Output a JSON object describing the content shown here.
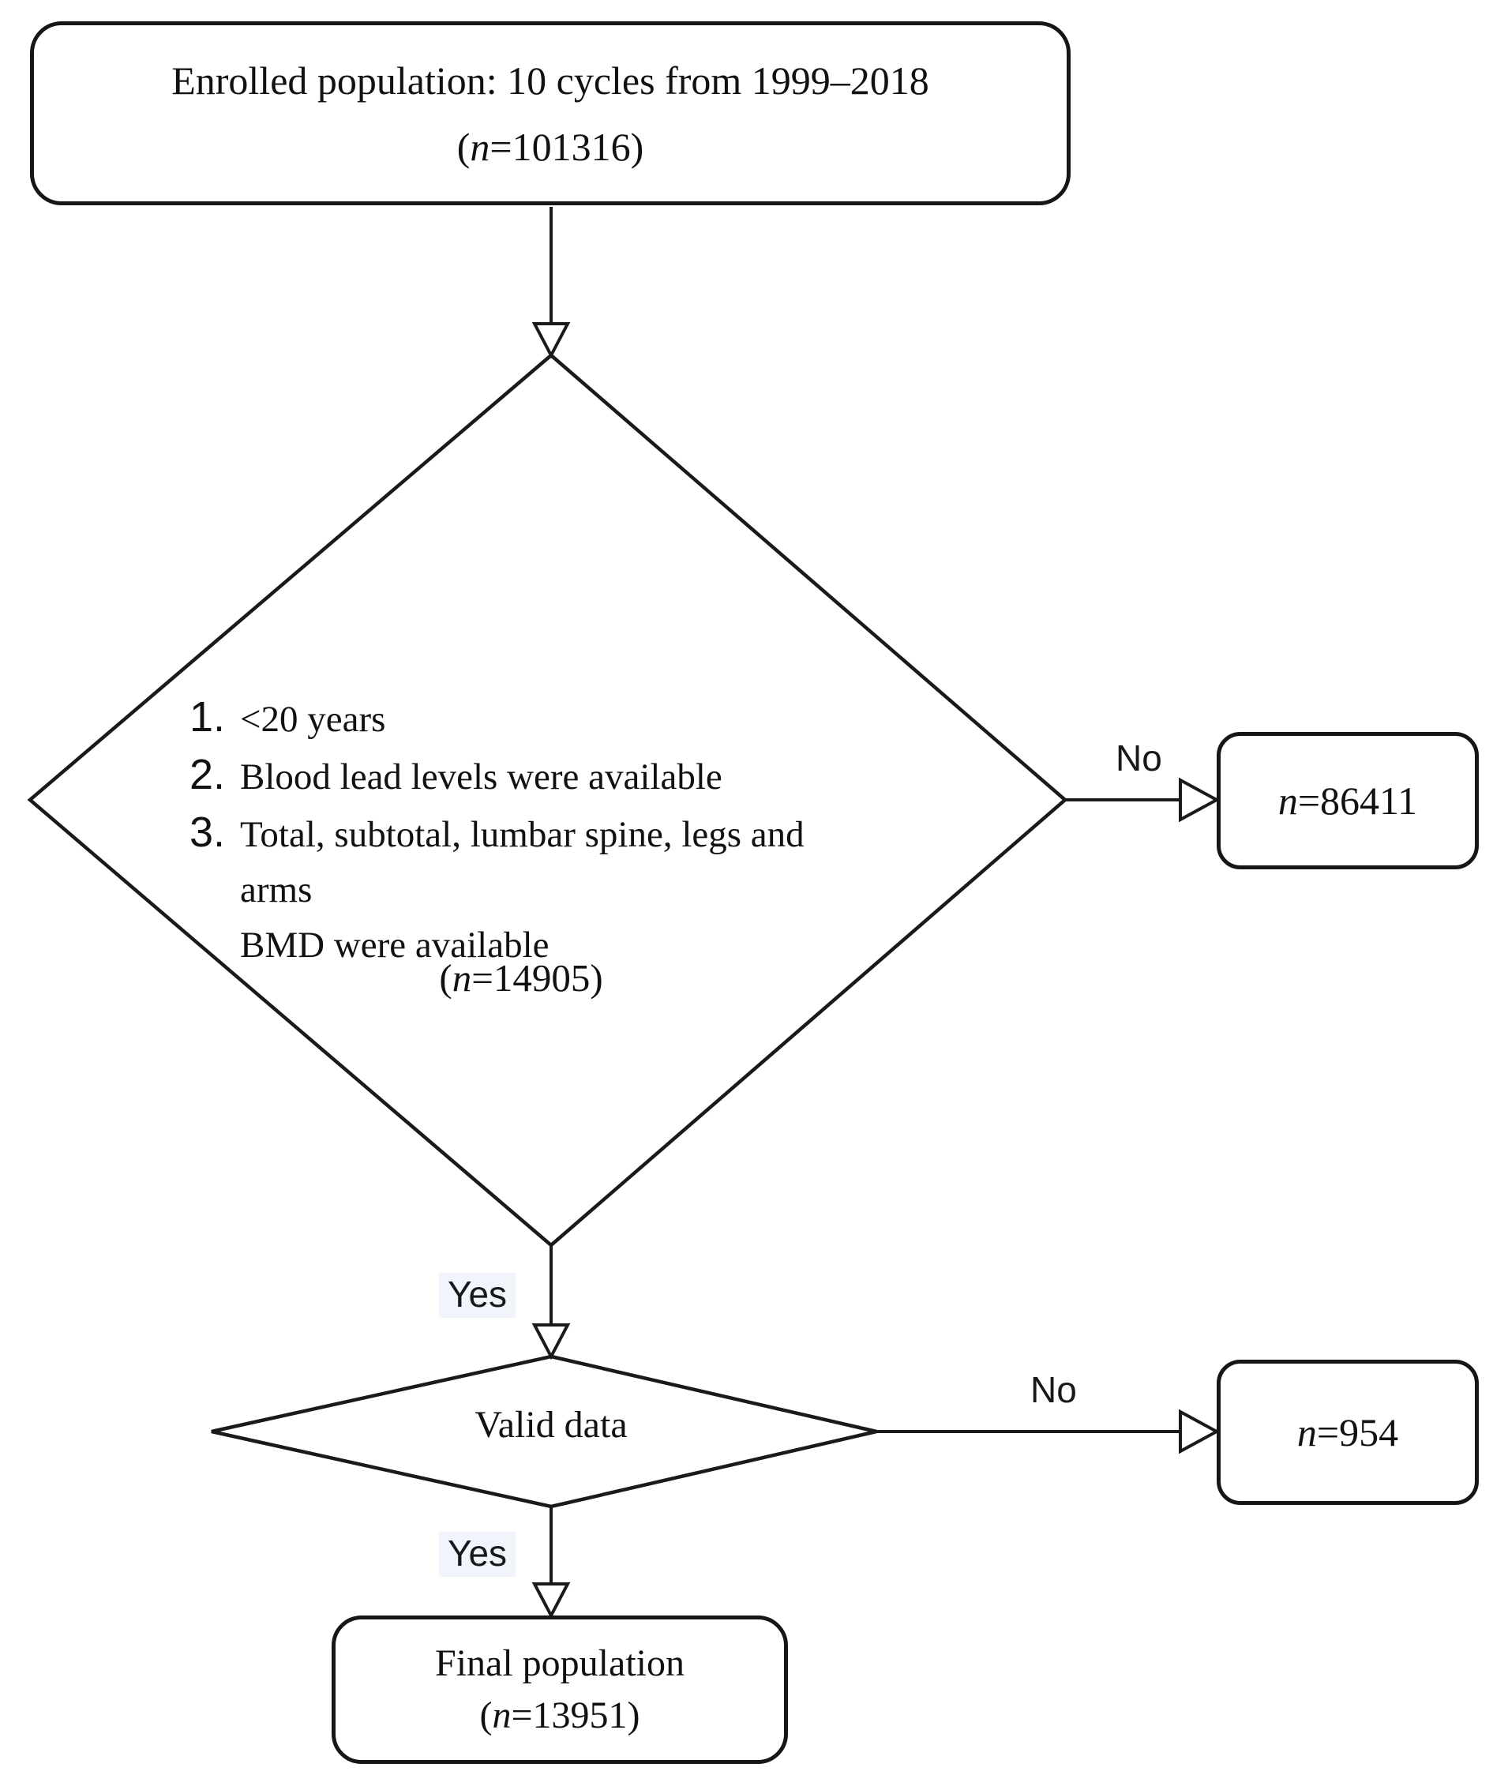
{
  "diagram": {
    "enrolled_box": {
      "title": "Enrolled population: 10 cycles from 1999–2018",
      "count_open": "(",
      "count_var": "n",
      "count_rest": "=101316)"
    },
    "criteria_diamond": {
      "items": [
        {
          "num": "1.",
          "lines": [
            "<20 years"
          ]
        },
        {
          "num": "2.",
          "lines": [
            "Blood lead levels were available"
          ]
        },
        {
          "num": "3.",
          "lines": [
            "Total, subtotal, lumbar spine, legs and arms",
            "BMD were available"
          ]
        }
      ],
      "count_open": "(",
      "count_var": "n",
      "count_rest": "=14905)"
    },
    "excluded_box_1": {
      "count_var": "n",
      "count_rest": "=86411"
    },
    "valid_diamond": {
      "label": "Valid data"
    },
    "excluded_box_2": {
      "count_var": "n",
      "count_rest": "=954"
    },
    "final_box": {
      "title": "Final population",
      "count_open": "(",
      "count_var": "n",
      "count_rest": "=13951)"
    },
    "labels": {
      "no_1": "No",
      "yes_1": "Yes",
      "no_2": "No",
      "yes_2": "Yes"
    },
    "colors": {
      "stroke": "#1a1a1a",
      "text": "#111111",
      "yes_highlight": "#f1f4fa"
    }
  }
}
